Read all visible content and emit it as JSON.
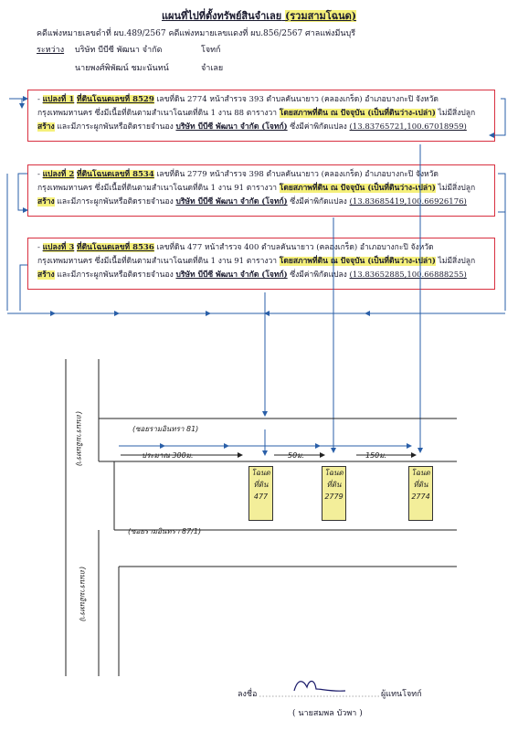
{
  "title": {
    "main": "แผนที่ไปที่ตั้งทรัพย์สินจำเลย",
    "highlight": "(รวมสามโฉนด)"
  },
  "case": {
    "line": "คดีแพ่งหมายเลขดำที่ ผบ.489/2567 คดีแพ่งหมายเลขแดงที่ ผบ.856/2567 ศาลแพ่งมีนบุรี",
    "between_label": "ระหว่าง",
    "plaintiff_name": "บริษัท บีบีซี พัฒนา จำกัด",
    "plaintiff_role": "โจทก์",
    "defendant_name": "นายพงศ์พิพัฒน์ ชมะนันทน์",
    "defendant_role": "จำเลย"
  },
  "parcels": [
    {
      "prefix": "- ",
      "label": "แปลงที่ 1",
      "deed": "ที่ดินโฉนดเลขที่ 8529",
      "line1_rest": " เลขที่ดิน 2774 หน้าสำรวจ 393 ตำบลคันนายาว (คลองเกร็ด) อำเภอบางกะปิ จังหวัด",
      "line2_start": "กรุงเทพมหานคร ซึ่งมีเนื้อที่ดินตามสำเนาโฉนดที่ดิน 1 งาน 88 ตารางวา ",
      "line2_hl": "โดยสภาพที่ดิน ณ ปัจจุบัน (เป็นที่ดินว่าง-เปล่า)",
      "line2_end": " ไม่มีสิ่งปลูก",
      "line3_hl": "สร้าง",
      "line3_start": " และมีภาระผูกพันหรือติดรายจำนอง ",
      "line3_owner": "บริษัท บีบีซี พัฒนา จำกัด (โจทก์)",
      "line3_end": " ซึ่งมีค่าพิกัดแปลง ",
      "coords": "(13.83765721,100.67018959)"
    },
    {
      "prefix": "- ",
      "label": "แปลงที่ 2",
      "deed": "ที่ดินโฉนดเลขที่ 8534",
      "line1_rest": " เลขที่ดิน 2779 หน้าสำรวจ 398 ตำบลคันนายาว (คลองเกร็ด) อำเภอบางกะปิ จังหวัด",
      "line2_start": "กรุงเทพมหานคร ซึ่งมีเนื้อที่ดินตามสำเนาโฉนดที่ดิน 1 งาน 91 ตารางวา ",
      "line2_hl": "โดยสภาพที่ดิน ณ ปัจจุบัน (เป็นที่ดินว่าง-เปล่า)",
      "line2_end": " ไม่มีสิ่งปลูก",
      "line3_hl": "สร้าง",
      "line3_start": " และมีภาระผูกพันหรือติดรายจำนอง ",
      "line3_owner": "บริษัท บีบีซี พัฒนา จำกัด (โจทก์)",
      "line3_end": " ซึ่งมีค่าพิกัดแปลง ",
      "coords": "(13.83685419,100.66926176)"
    },
    {
      "prefix": "- ",
      "label": "แปลงที่ 3",
      "deed": "ที่ดินโฉนดเลขที่ 8536",
      "line1_rest": " เลขที่ดิน 477 หน้าสำรวจ 400 ตำบลคันนายาว (คลองเกร็ด) อำเภอบางกะปิ จังหวัด",
      "line2_start": "กรุงเทพมหานคร ซึ่งมีเนื้อที่ดินตามสำเนาโฉนดที่ดิน 1 งาน 91 ตารางวา ",
      "line2_hl": "โดยสภาพที่ดิน ณ ปัจจุบัน (เป็นที่ดินว่าง-เปล่า)",
      "line2_end": " ไม่มีสิ่งปลูก",
      "line3_hl": "สร้าง",
      "line3_start": " และมีภาระผูกพันหรือติดรายจำนอง ",
      "line3_owner": "บริษัท บีบีซี พัฒนา จำกัด (โจทก์)",
      "line3_end": " ซึ่งมีค่าพิกัดแปลง ",
      "coords": "(13.83652885,100.66888255)"
    }
  ],
  "map": {
    "soi_top": "(ซอยรามอินทรา 81)",
    "soi_bottom": "(ซอยรามอินทรา 87/1)",
    "main_road": "(ถนนรามอินทรา)",
    "main_road_right": "(ถนนรามอินทรา)",
    "dist_1": "ประมาณ 300ม.",
    "dist_2": "50ม.",
    "dist_3": "150ม.",
    "plot_1": [
      "โฉนด",
      "ที่ดิน",
      "477"
    ],
    "plot_2": [
      "โฉนด",
      "ที่ดิน",
      "2779"
    ],
    "plot_3": [
      "โฉนด",
      "ที่ดิน",
      "2774"
    ]
  },
  "signature": {
    "sign_label": "ลงชื่อ",
    "role": "ผู้แทนโจทก์",
    "name": "( นายสมพล บัวพา )"
  },
  "colors": {
    "box_border": "#d83040",
    "arrow": "#2a5fa8",
    "highlight": "#f5f07a"
  }
}
